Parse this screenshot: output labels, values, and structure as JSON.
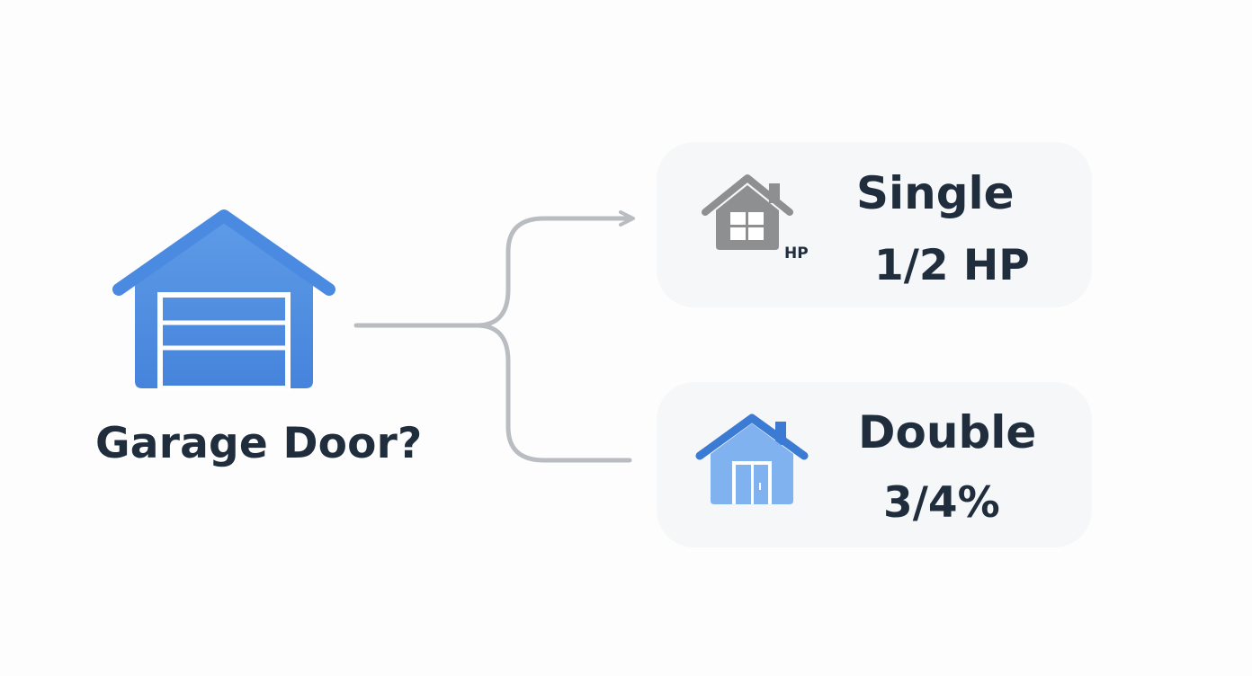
{
  "question": "Garage Door?",
  "colors": {
    "accent_blue": "#4a8ae0",
    "light_blue": "#7fb2ee",
    "gray_icon": "#8e8f91",
    "text_dark": "#1f2d3d",
    "connector": "#b9bcc0",
    "card_bg": "#f6f7f8"
  },
  "options": [
    {
      "title": "Single",
      "value": "1/2 HP",
      "icon": "gray-house-icon",
      "icon_tag": "HP"
    },
    {
      "title": "Double",
      "value": "3/4%",
      "icon": "blue-house-icon"
    }
  ],
  "icons": {
    "source": "garage-icon",
    "connector": "branch-arrow-icon"
  }
}
